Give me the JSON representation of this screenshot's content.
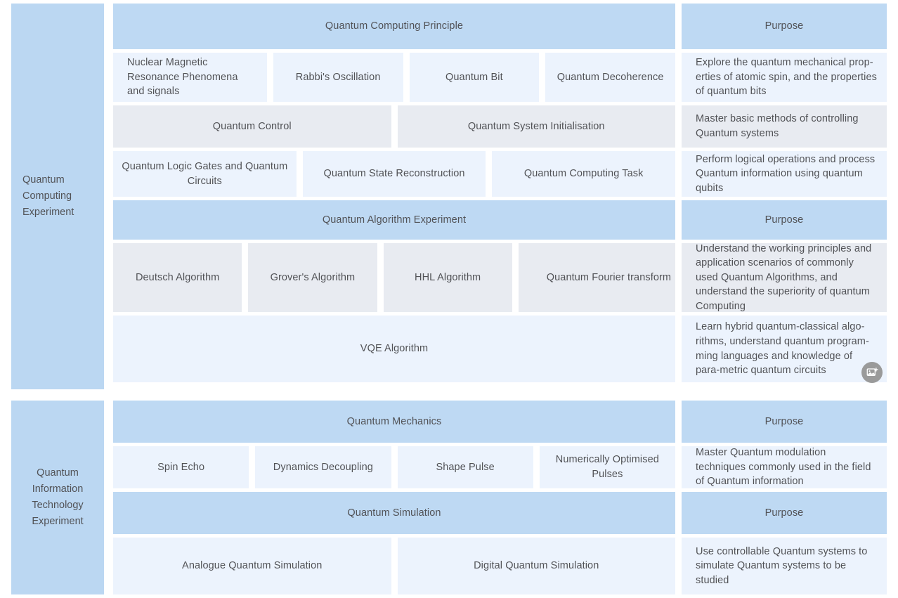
{
  "sections": [
    {
      "sidebar_label": "Quantum\nComputing\nExperiment",
      "sidebar_align": "left",
      "groups": [
        {
          "header": "Quantum Computing Principle",
          "purpose_header": "Purpose",
          "rows": [
            {
              "cells": [
                {
                  "label": "Nuclear Magnetic Resonance Phenomena and signals",
                  "style": "bluec",
                  "align": "left",
                  "flex": 2.02
                },
                {
                  "label": "Rabbi's Oscillation",
                  "style": "bluec",
                  "align": "center",
                  "flex": 2.02
                },
                {
                  "label": "Quantum Bit",
                  "style": "bluec",
                  "align": "center",
                  "flex": 2.02
                },
                {
                  "label": "Quantum Decoherence",
                  "style": "bluec",
                  "align": "center",
                  "flex": 2.02
                }
              ],
              "purpose": "Explore the quantum mechanical prop-erties of atomic spin, and the properties of quantum bits",
              "purpose_style": "bluec"
            },
            {
              "cells": [
                {
                  "label": "Quantum Control",
                  "style": "grayc",
                  "align": "center",
                  "flex": 1
                },
                {
                  "label": "Quantum System Initialisation",
                  "style": "grayc",
                  "align": "center",
                  "flex": 1
                }
              ],
              "purpose": "Master basic methods of controlling Quantum systems",
              "purpose_style": "grayc"
            },
            {
              "cells": [
                {
                  "label": "Quantum Logic Gates and Quantum Circuits",
                  "style": "bluec",
                  "align": "center",
                  "flex": 1.02
                },
                {
                  "label": "Quantum State Reconstruction",
                  "style": "bluec",
                  "align": "center",
                  "flex": 1.02
                },
                {
                  "label": "Quantum Computing Task",
                  "style": "bluec",
                  "align": "center",
                  "flex": 1.02
                }
              ],
              "purpose": "Perform logical operations and process Quantum information using quantum qubits",
              "purpose_style": "bluec"
            }
          ]
        },
        {
          "header": "Quantum Algorithm Experiment",
          "purpose_header": "Purpose",
          "rows": [
            {
              "cells": [
                {
                  "label": "Deutsch Algorithm",
                  "style": "grayc",
                  "align": "center",
                  "flex": 1
                },
                {
                  "label": "Grover's Algorithm",
                  "style": "grayc",
                  "align": "center",
                  "flex": 1
                },
                {
                  "label": "HHL Algorithm",
                  "style": "grayc",
                  "align": "center",
                  "flex": 1
                },
                {
                  "label": "Quantum Fourier transform",
                  "style": "grayc",
                  "align": "center",
                  "flex": 1
                }
              ],
              "purpose": "Understand the working principles and application scenarios of commonly used Quantum Algorithms, and understand the superiority of quantum Computing",
              "purpose_style": "grayc"
            },
            {
              "cells": [
                {
                  "label": "VQE Algorithm",
                  "style": "bluec",
                  "align": "center",
                  "flex": 1
                }
              ],
              "purpose": "Learn hybrid quantum-classical algo-rithms, understand quantum program-ming languages and knowledge of para-metric quantum circuits",
              "purpose_style": "bluec"
            }
          ]
        }
      ]
    },
    {
      "sidebar_label": "Quantum\nInformation\nTechnology\nExperiment",
      "sidebar_align": "center",
      "groups": [
        {
          "header": "Quantum Mechanics",
          "purpose_header": "Purpose",
          "rows": [
            {
              "cells": [
                {
                  "label": "Spin Echo",
                  "style": "bluec",
                  "align": "center",
                  "flex": 1
                },
                {
                  "label": "Dynamics Decoupling",
                  "style": "bluec",
                  "align": "center",
                  "flex": 1
                },
                {
                  "label": "Shape Pulse",
                  "style": "bluec",
                  "align": "center",
                  "flex": 1
                },
                {
                  "label": "Numerically Optimised Pulses",
                  "style": "bluec",
                  "align": "center",
                  "flex": 1
                }
              ],
              "purpose": "Master Quantum modulation techniques commonly used in the field of Quantum information",
              "purpose_style": "bluec"
            }
          ]
        },
        {
          "header": "Quantum Simulation",
          "purpose_header": "Purpose",
          "rows": [
            {
              "cells": [
                {
                  "label": "Analogue Quantum Simulation",
                  "style": "bluec",
                  "align": "center",
                  "flex": 1
                },
                {
                  "label": "Digital Quantum Simulation",
                  "style": "bluec",
                  "align": "center",
                  "flex": 1
                }
              ],
              "purpose": "Use controllable Quantum systems to simulate Quantum systems to be studied",
              "purpose_style": "bluec"
            }
          ]
        }
      ]
    }
  ],
  "floating_button": {
    "icon": "image-plus-icon",
    "color": "#9a9a9a"
  },
  "colors": {
    "header_blue": "#bed9f3",
    "sidebar_blue": "#bbd7f2",
    "cell_gray": "#e8ebf1",
    "cell_blue": "#ecf3fd",
    "text": "#515256",
    "page_background": "#ffffff"
  }
}
